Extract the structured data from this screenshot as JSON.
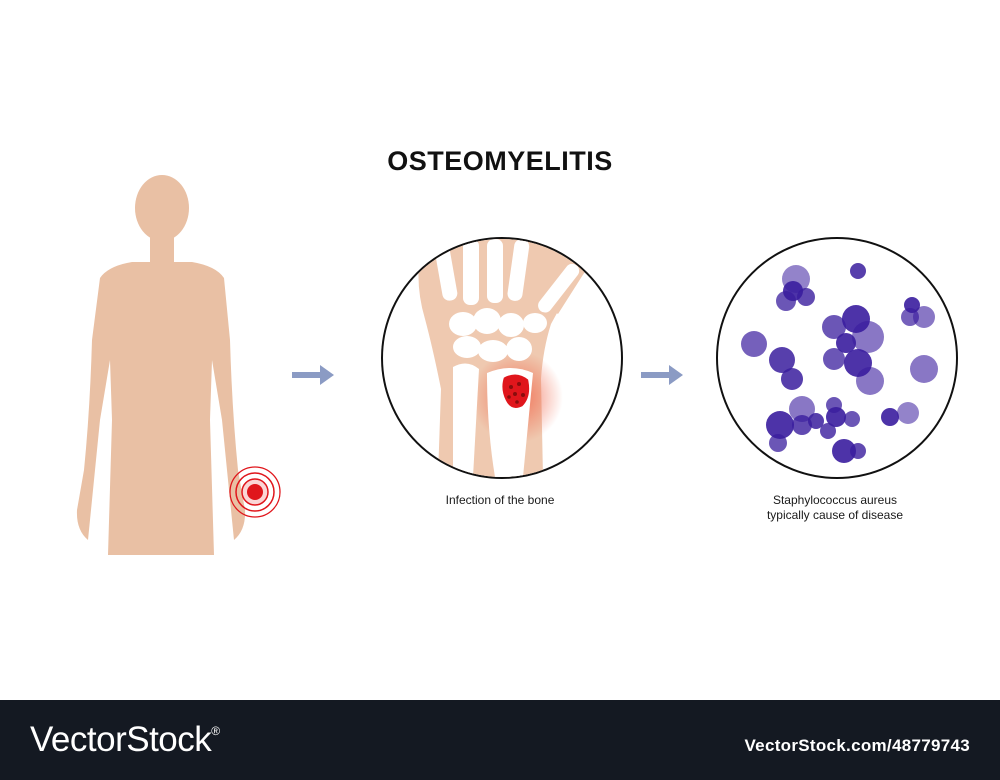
{
  "title": "OSTEOMYELITIS",
  "captions": {
    "bone": "Infection of the bone",
    "bacteria_line1": "Staphylococcus aureus",
    "bacteria_line2": "typically cause of disease"
  },
  "footer": {
    "brand": "VectorStock",
    "registered": "®",
    "image_id": "VectorStock.com/48779743"
  },
  "colors": {
    "skin": "#e9c0a4",
    "bone": "#ffffff",
    "infection": "#e0161c",
    "bacteria": "#3a1d9e",
    "arrow": "#8b9bc4",
    "footer": "#141922"
  }
}
